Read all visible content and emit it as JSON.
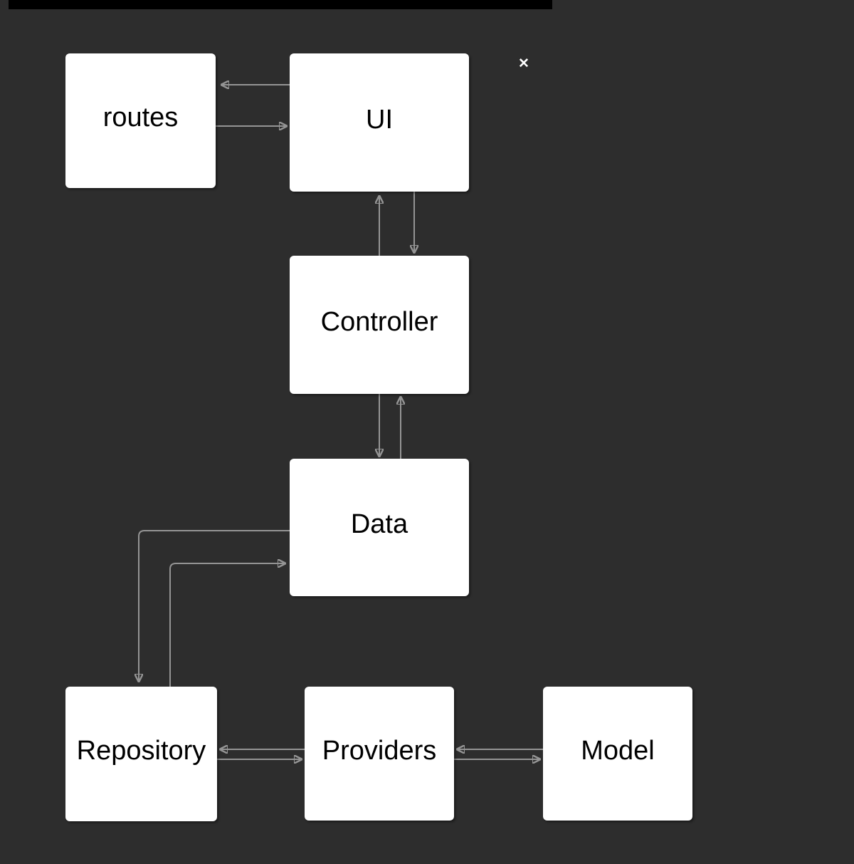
{
  "close_button": {
    "glyph": "✕"
  },
  "diagram": {
    "nodes": [
      {
        "id": "routes",
        "label": "routes"
      },
      {
        "id": "ui",
        "label": "UI"
      },
      {
        "id": "controller",
        "label": "Controller"
      },
      {
        "id": "data",
        "label": "Data"
      },
      {
        "id": "repository",
        "label": "Repository"
      },
      {
        "id": "providers",
        "label": "Providers"
      },
      {
        "id": "model",
        "label": "Model"
      }
    ],
    "edges": [
      {
        "from": "ui",
        "to": "routes"
      },
      {
        "from": "routes",
        "to": "ui"
      },
      {
        "from": "controller",
        "to": "ui"
      },
      {
        "from": "ui",
        "to": "controller"
      },
      {
        "from": "controller",
        "to": "data"
      },
      {
        "from": "data",
        "to": "controller"
      },
      {
        "from": "data",
        "to": "repository"
      },
      {
        "from": "repository",
        "to": "data"
      },
      {
        "from": "providers",
        "to": "repository"
      },
      {
        "from": "repository",
        "to": "providers"
      },
      {
        "from": "model",
        "to": "providers"
      },
      {
        "from": "providers",
        "to": "model"
      }
    ],
    "colors": {
      "background": "#2d2d2d",
      "node_fill": "#ffffff",
      "node_text": "#000000",
      "connector": "#949494",
      "topbar": "#000000",
      "close_icon": "#ffffff"
    }
  }
}
